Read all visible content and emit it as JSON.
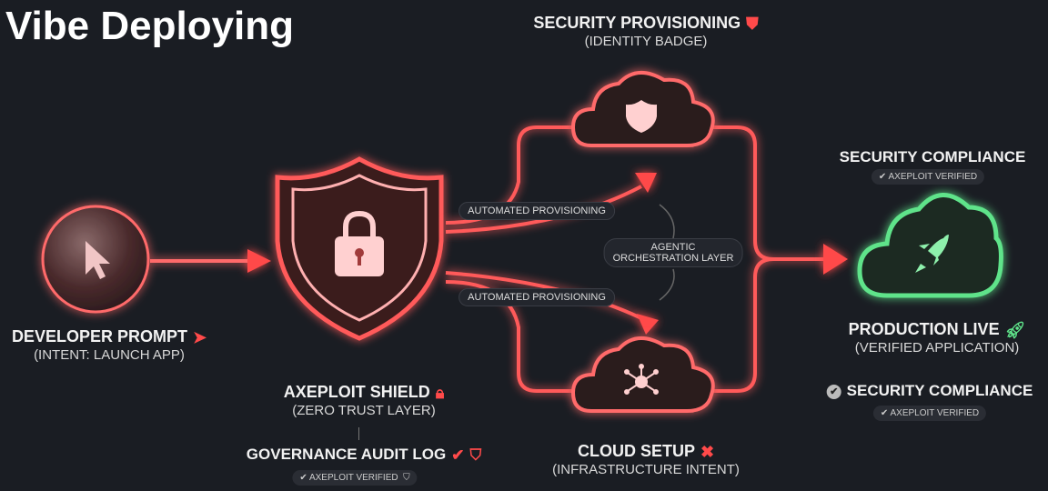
{
  "title": "Vibe Deploying",
  "developer": {
    "title": "DEVELOPER PROMPT",
    "subtitle": "(INTENT: LAUNCH APP)"
  },
  "shield": {
    "title": "AXEPLOIT SHIELD",
    "subtitle": "(ZERO TRUST LAYER)"
  },
  "audit": {
    "title": "GOVERNANCE AUDIT LOG",
    "badge": "AXEPLOIT VERIFIED"
  },
  "security_provisioning": {
    "title": "SECURITY PROVISIONING",
    "subtitle": "(IDENTITY BADGE)"
  },
  "cloud_setup": {
    "title": "CLOUD SETUP",
    "subtitle": "(INFRASTRUCTURE INTENT)"
  },
  "flow": {
    "top_label": "AUTOMATED PROVISIONING",
    "bottom_label": "AUTOMATED PROVISIONING",
    "orchestration_line1": "AGENTIC",
    "orchestration_line2": "ORCHESTRATION LAYER"
  },
  "compliance_top": {
    "title": "SECURITY COMPLIANCE",
    "badge": "AXEPLOIT VERIFIED"
  },
  "production": {
    "title": "PRODUCTION LIVE",
    "subtitle": "(VERIFIED APPLICATION)"
  },
  "compliance_bottom": {
    "title": "SECURITY COMPLIANCE",
    "badge": "AXEPLOIT VERIFIED"
  },
  "colors": {
    "red": "#ff4a4a",
    "green": "#5fe38a",
    "background": "#1a1d23"
  }
}
